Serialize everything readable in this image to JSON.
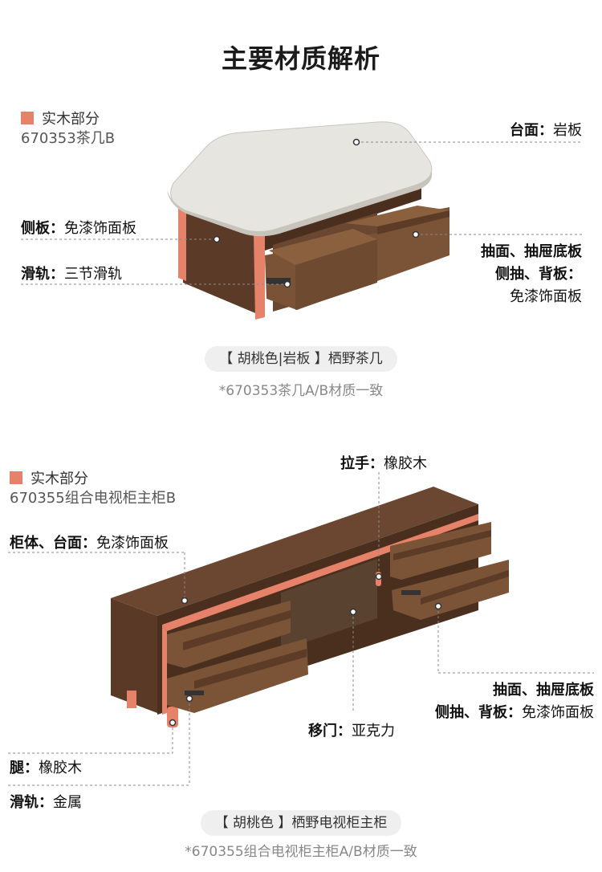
{
  "title": "主要材质解析",
  "legend_color": "#e6826a",
  "section1": {
    "legend_label": "实木部分",
    "model_code": "670353茶几B",
    "callouts": {
      "top_key": "台面：",
      "top_val": "岩板",
      "side_key": "侧板：",
      "side_val": "免漆饰面板",
      "rail_key": "滑轨：",
      "rail_val": "三节滑轨",
      "drawer_line1": "抽面、抽屉底板",
      "drawer_line2": "侧抽、背板：",
      "drawer_line3": "免漆饰面板"
    },
    "tag": "【 胡桃色|岩板 】栖野茶几",
    "note": "*670353茶几A/B材质一致"
  },
  "section2": {
    "legend_label": "实木部分",
    "model_code": "670355组合电视柜主柜B",
    "callouts": {
      "handle_key": "拉手：",
      "handle_val": "橡胶木",
      "body_key": "柜体、台面：",
      "body_val": "免漆饰面板",
      "drawer_line1": "抽面、抽屉底板",
      "drawer_line2_key": "侧抽、背板：",
      "drawer_line2_val": "免漆饰面板",
      "door_key": "移门：",
      "door_val": "亚克力",
      "leg_key": "腿：",
      "leg_val": "橡胶木",
      "rail_key": "滑轨：",
      "rail_val": "金属"
    },
    "tag": "【 胡桃色 】栖野电视柜主柜",
    "note": "*670355组合电视柜主柜A/B材质一致"
  }
}
